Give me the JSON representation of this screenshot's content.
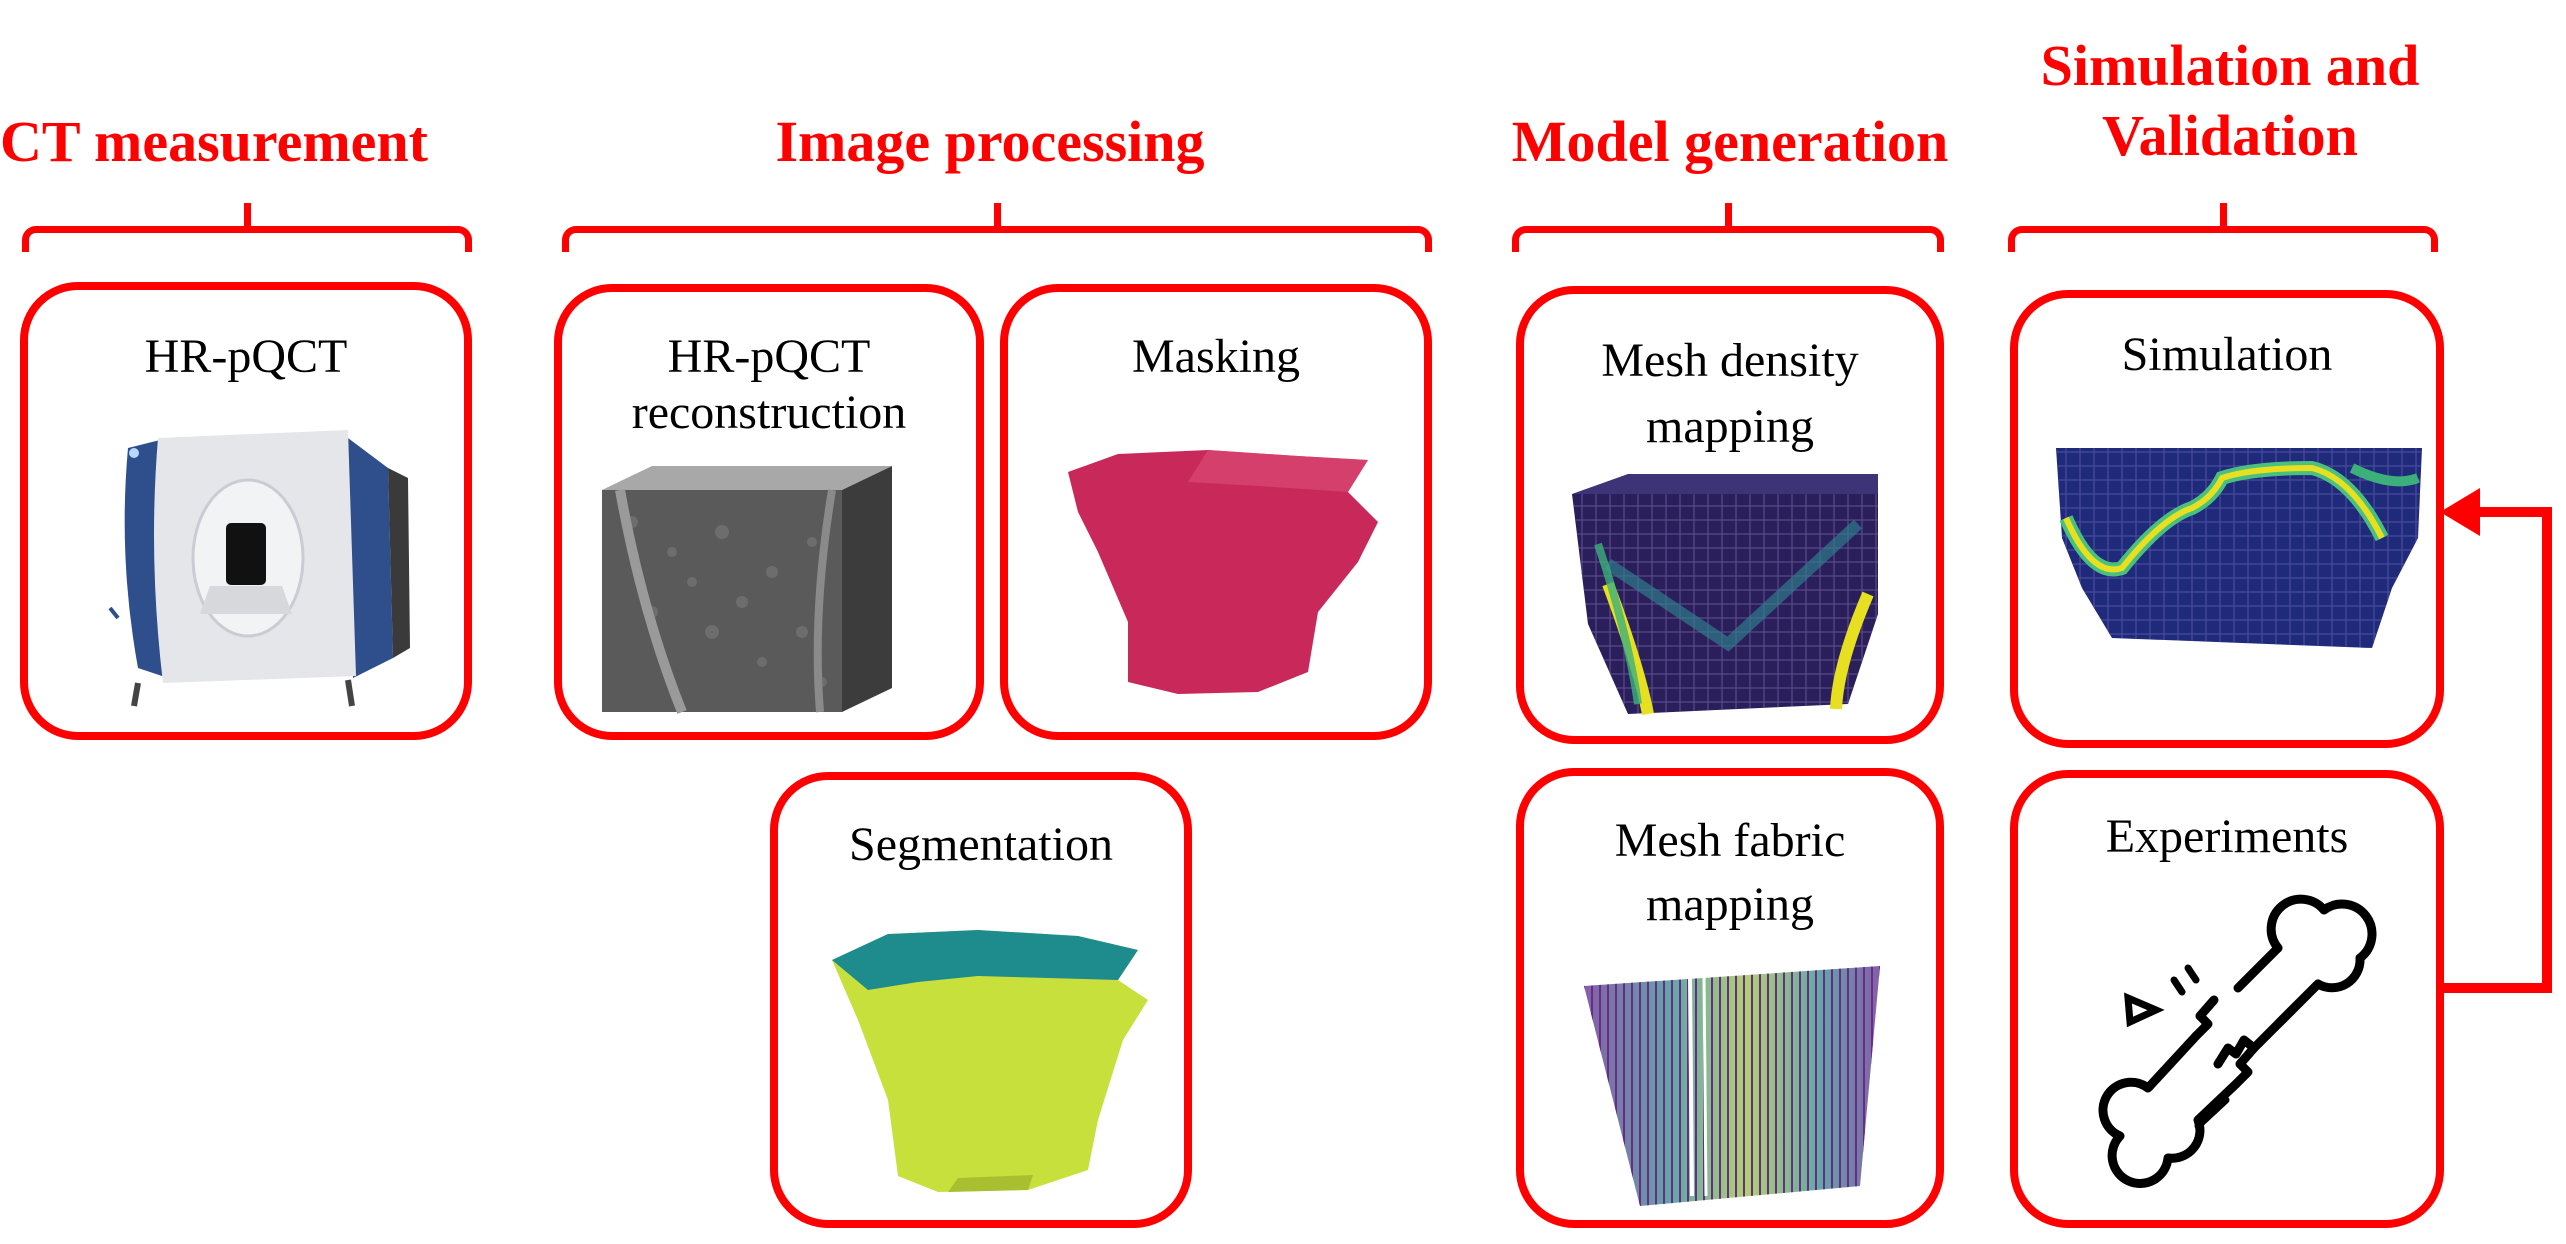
{
  "headings": {
    "ct": "CT measurement",
    "img": "Image processing",
    "model": "Model generation",
    "sim_line1": "Simulation and",
    "sim_line2": "Validation"
  },
  "boxes": {
    "hrpqct": "HR-pQCT",
    "recon_line1": "HR-pQCT",
    "recon_line2": "reconstruction",
    "masking": "Masking",
    "segmentation": "Segmentation",
    "density_line1": "Mesh density",
    "density_line2": "mapping",
    "fabric_line1": "Mesh fabric",
    "fabric_line2": "mapping",
    "simulation": "Simulation",
    "experiments": "Experiments"
  },
  "colors": {
    "accent": "#ff0000",
    "mask": "#c8285a",
    "seg_top": "#1e8c8c",
    "seg_body": "#c8e03c",
    "mesh_dark": "#2a1f5a",
    "mesh_bright": "#e6e020"
  },
  "icons": [
    "ct-scanner-image",
    "bone-cube-image",
    "mask-shape-image",
    "segmentation-shape-image",
    "density-mesh-image",
    "fabric-mesh-image",
    "simulation-mesh-image",
    "broken-bone-icon"
  ]
}
